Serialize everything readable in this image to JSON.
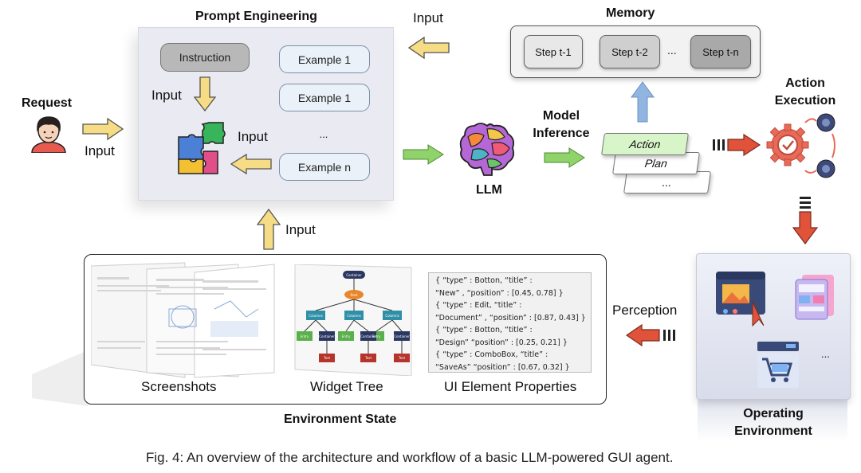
{
  "prompt_engineering": {
    "title": "Prompt Engineering",
    "instruction": "Instruction",
    "examples": [
      "Example 1",
      "Example 1",
      "...",
      "Example n"
    ],
    "input_instruction_arrow": "Input",
    "input_examples_arrow": "Input"
  },
  "request": {
    "label": "Request",
    "input": "Input"
  },
  "memory": {
    "title": "Memory",
    "input": "Input",
    "steps": [
      "Step t-1",
      "Step t-2",
      "...",
      "Step t-n"
    ]
  },
  "llm": {
    "label": "LLM"
  },
  "model_inference": {
    "line1": "Model",
    "line2": "Inference"
  },
  "outputs": [
    "Action",
    "Plan",
    "..."
  ],
  "action_execution": {
    "line1": "Action",
    "line2": "Execution"
  },
  "environment_state": {
    "title": "Environment State",
    "input": "Input",
    "screenshots": "Screenshots",
    "widget_tree": "Widget Tree",
    "ui_props": "UI Element Properties",
    "tree_nodes": {
      "root": "Container",
      "mid": "Root",
      "col": "Columns",
      "ent": "Entry",
      "cont": "Container",
      "text": "Text"
    },
    "code_lines": [
      "{ “type” : Botton, “title” :",
      "“New” , “position” : [0.45, 0.78] }",
      "{ “type” : Edit, “title” :",
      "“Document” , “position” : [0.87, 0.43] }",
      "{ “type” : Botton, “title” :",
      "“Design”  “position” : [0.25, 0.21] }",
      "{ “type” : ComboBox, “title” :",
      "“SaveAs”  “position” : [0.67, 0.32] }"
    ]
  },
  "perception": "Perception",
  "operating_env": {
    "line1": "Operating",
    "line2": "Environment",
    "ellipsis": "..."
  },
  "caption": "Fig. 4: An overview of the architecture and workflow of a basic LLM-powered GUI agent.",
  "colors": {
    "input_arrow": "#f6dc84",
    "green_arrow": "#8fd36a",
    "red_arrow": "#e0523a",
    "blue_arrow": "#8fb5e0"
  }
}
